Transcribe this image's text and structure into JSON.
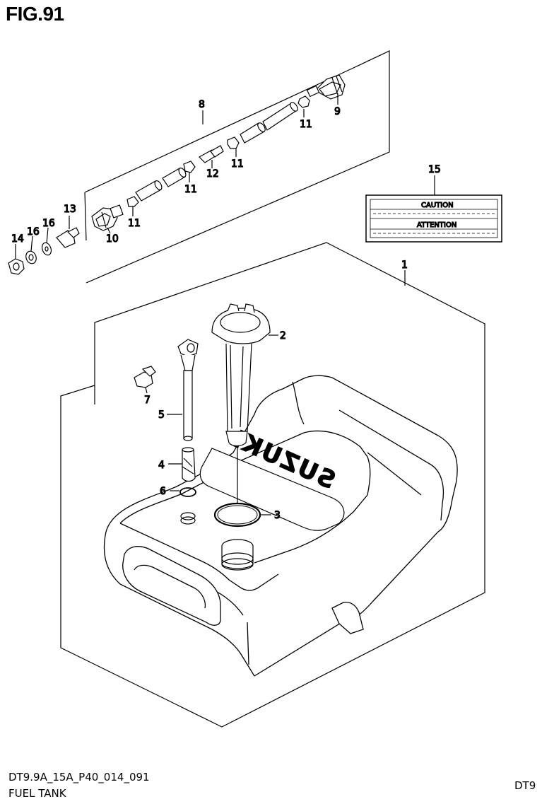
{
  "header": {
    "figure": "FIG.91"
  },
  "footer": {
    "code": "DT9.9A_15A_P40_014_091",
    "name": "FUEL TANK",
    "model": "DT9"
  },
  "callouts": {
    "c1": "1",
    "c2": "2",
    "c3": "3",
    "c4": "4",
    "c5": "5",
    "c6": "6",
    "c7": "7",
    "c8": "8",
    "c9": "9",
    "c10": "10",
    "c11a": "11",
    "c11b": "11",
    "c11c": "11",
    "c11d": "11",
    "c12": "12",
    "c13": "13",
    "c14": "14",
    "c15": "15",
    "c16a": "16",
    "c16b": "16"
  },
  "label_card": {
    "caution": "CAUTION",
    "attention": "ATTENTION"
  },
  "emblem": {
    "text": "SUZUKI"
  }
}
